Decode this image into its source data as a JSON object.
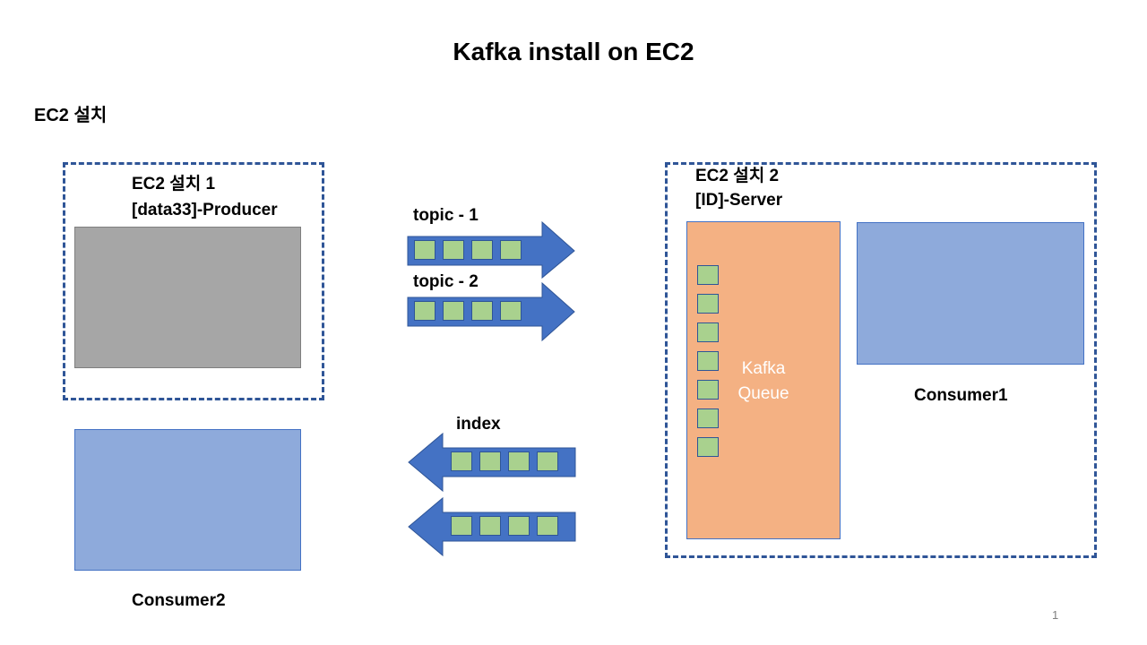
{
  "slide": {
    "title": "Kafka install on EC2",
    "section": "EC2 설치",
    "page_number": "1"
  },
  "producer_host": {
    "title": "EC2 설치 1",
    "subtitle": "[data33]-Producer"
  },
  "server_host": {
    "title": "EC2 설치 2",
    "subtitle": "[ID]-Server",
    "queue_line1": "Kafka",
    "queue_line2": "Queue"
  },
  "arrows": {
    "topic1": "topic - 1",
    "topic2": "topic - 2",
    "index": "index"
  },
  "consumers": {
    "consumer1": "Consumer1",
    "consumer2": "Consumer2"
  },
  "colors": {
    "dash_border": "#2f5597",
    "arrow_fill": "#4472c4",
    "message_cell": "#a9d18e",
    "queue_fill": "#f4b183",
    "consumer_fill": "#8eaadb",
    "producer_fill": "#a6a6a6"
  }
}
